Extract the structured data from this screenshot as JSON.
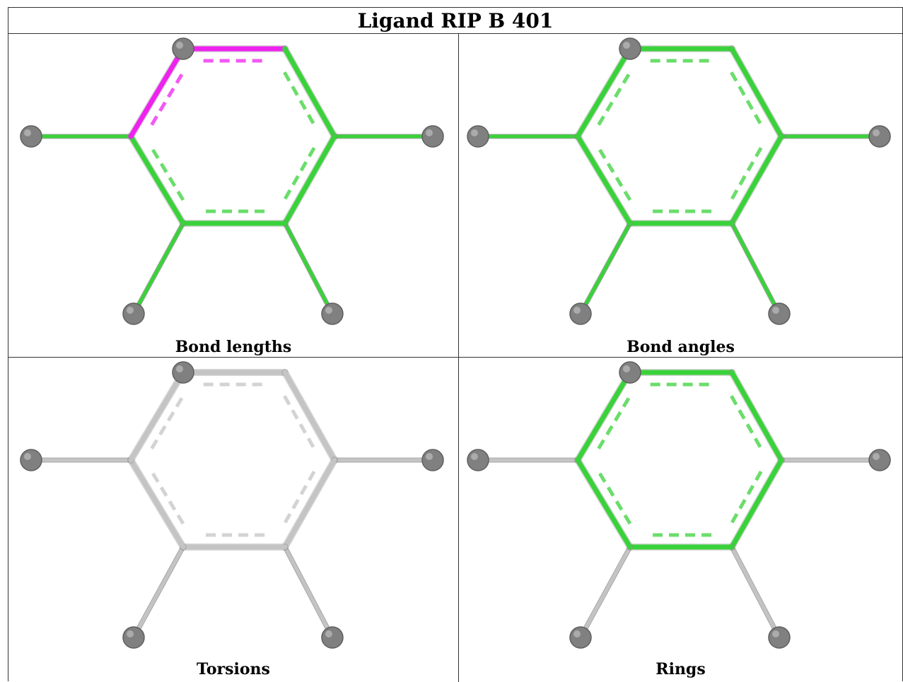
{
  "title": "Ligand RIP B 401",
  "colors": {
    "ok": "#3ad23a",
    "outlier": "#ee22ee",
    "neutral": "#c4c4c4",
    "atom": "#808080"
  },
  "panels": [
    {
      "id": "bond-lengths",
      "caption": "Bond lengths",
      "ring_bonds": [
        "outlier",
        "ok",
        "ok",
        "ok",
        "ok",
        "outlier"
      ],
      "substituent_bonds": [
        "ok",
        "ok",
        "ok",
        "ok"
      ]
    },
    {
      "id": "bond-angles",
      "caption": "Bond angles",
      "ring_bonds": [
        "ok",
        "ok",
        "ok",
        "ok",
        "ok",
        "ok"
      ],
      "substituent_bonds": [
        "ok",
        "ok",
        "ok",
        "ok"
      ]
    },
    {
      "id": "torsions",
      "caption": "Torsions",
      "ring_bonds": [
        "neutral",
        "neutral",
        "neutral",
        "neutral",
        "neutral",
        "neutral"
      ],
      "substituent_bonds": [
        "neutral",
        "neutral",
        "neutral",
        "neutral"
      ]
    },
    {
      "id": "rings",
      "caption": "Rings",
      "ring_bonds": [
        "ok",
        "ok",
        "ok",
        "ok",
        "ok",
        "ok"
      ],
      "substituent_bonds": [
        "neutral",
        "neutral",
        "neutral",
        "neutral"
      ]
    }
  ]
}
